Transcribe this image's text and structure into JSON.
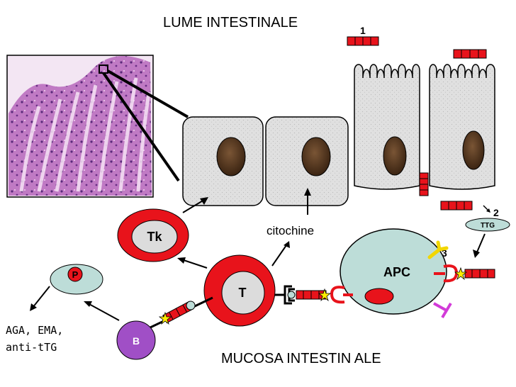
{
  "labels": {
    "lumen": "LUME INTESTINALE",
    "mucosa": "MUCOSA INTESTIN ALE",
    "cytokines": "citochine",
    "antibodies_line1": "AGA, EMA,",
    "antibodies_line2": "anti-tTG",
    "ttg": "TTG",
    "step1": "1",
    "step2": "2",
    "step3": "3"
  },
  "cells": {
    "tk": "Tk",
    "t": "T",
    "apc": "APC",
    "plasma": "P",
    "b": "B"
  },
  "colors": {
    "red": "#e8131b",
    "tk_ring": "#e8131b",
    "cell_blue": "#bdddd8",
    "cell_light": "#dcdcdc",
    "nucleus": "#5a3a20",
    "star": "#ffee00",
    "purple": "#d23bd8",
    "b_cell": "#a04fc6"
  },
  "icons": [
    "gluten-peptide",
    "hla-dq-receptor",
    "tcr-receptor",
    "ttg-enzyme",
    "y-antibody"
  ]
}
